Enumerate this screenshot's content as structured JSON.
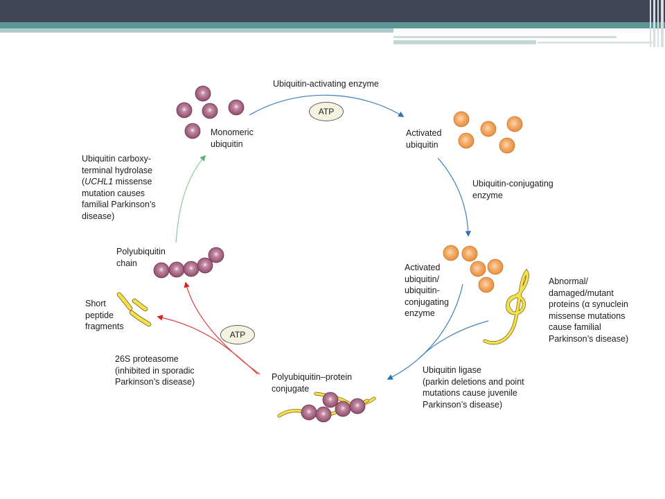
{
  "labels": {
    "ubiquitin_activating_enzyme": "Ubiquitin-activating enzyme",
    "monomeric_ubiquitin": "Monomeric\nubiquitin",
    "activated_ubiquitin": "Activated\nubiquitin",
    "ubiquitin_conjugating_enzyme": "Ubiquitin-conjugating\nenzyme",
    "activated_complex": "Activated\nubiquitin/\nubiquitin-\nconjugating\nenzyme",
    "abnormal_proteins": "Abnormal/\ndamaged/mutant\nproteins (α synuclein\nmissense mutations\ncause familial\nParkinson’s disease)",
    "ubiquitin_ligase": "Ubiquitin ligase\n(parkin deletions and point\nmutations cause juvenile\nParkinson’s disease)",
    "polyubiquitin_protein_conjugate": "Polyubiquitin–protein\nconjugate",
    "proteasome_26s": "26S proteasome\n(inhibited in sporadic\nParkinson’s disease)",
    "short_peptide_fragments": "Short\npeptide\nfragments",
    "polyubiquitin_chain": "Polyubiquitin\nchain",
    "uchl1_line1": "Ubiquitin carboxy-\nterminal hydrolase\n(",
    "uchl1_gene": "UCHL1",
    "uchl1_line2": " missense\nmutation causes\nfamilial Parkinson’s\ndisease)"
  },
  "atp_badges": [
    "ATP",
    "ATP"
  ],
  "colors": {
    "header_dark": "#424556",
    "header_teal": "#5e9797",
    "ubiquitin_monomer": "#9c5a78",
    "ubiquitin_activated": "#f0a35e",
    "protein_strand": "#f3e04a",
    "arrow_blue": "#3c7fc0",
    "arrow_green": "#8cc79b",
    "arrow_red": "#e03a3a"
  }
}
